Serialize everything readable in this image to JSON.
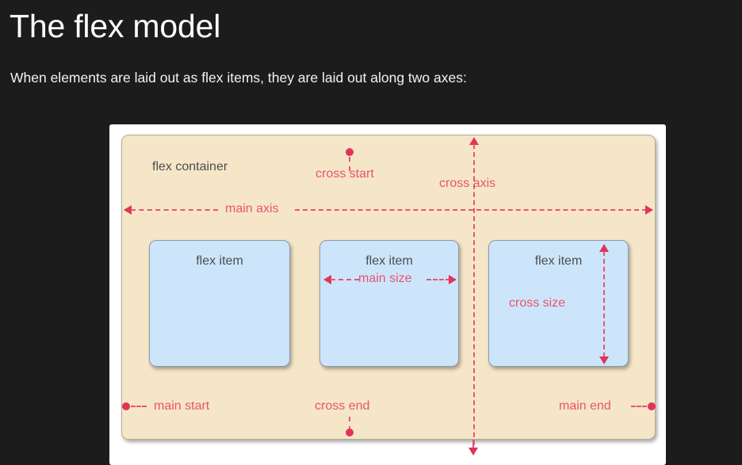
{
  "page": {
    "title": "The flex model",
    "subtitle": "When elements are laid out as flex items, they are laid out along two axes:"
  },
  "diagram": {
    "container_label": "flex container",
    "items": [
      {
        "label": "flex item",
        "annotation": ""
      },
      {
        "label": "flex item",
        "annotation": "main size"
      },
      {
        "label": "flex item",
        "annotation": "cross size"
      }
    ],
    "annotations": {
      "cross_start": "cross start",
      "cross_axis": "cross axis",
      "main_axis": "main axis",
      "main_start": "main start",
      "cross_end": "cross end",
      "main_end": "main end",
      "main_size": "main size",
      "cross_size": "cross size"
    },
    "colors": {
      "page_background": "#1c1c1c",
      "card_background": "#ffffff",
      "container_background": "#f5e6c8",
      "container_border": "#b9ab90",
      "item_background": "#cce5fb",
      "item_border": "#8c9aa6",
      "annotation_pink": "#e8556f",
      "arrow_pink": "#e0345a",
      "label_gray": "#4d4d4d",
      "heading_white": "#ffffff"
    }
  }
}
